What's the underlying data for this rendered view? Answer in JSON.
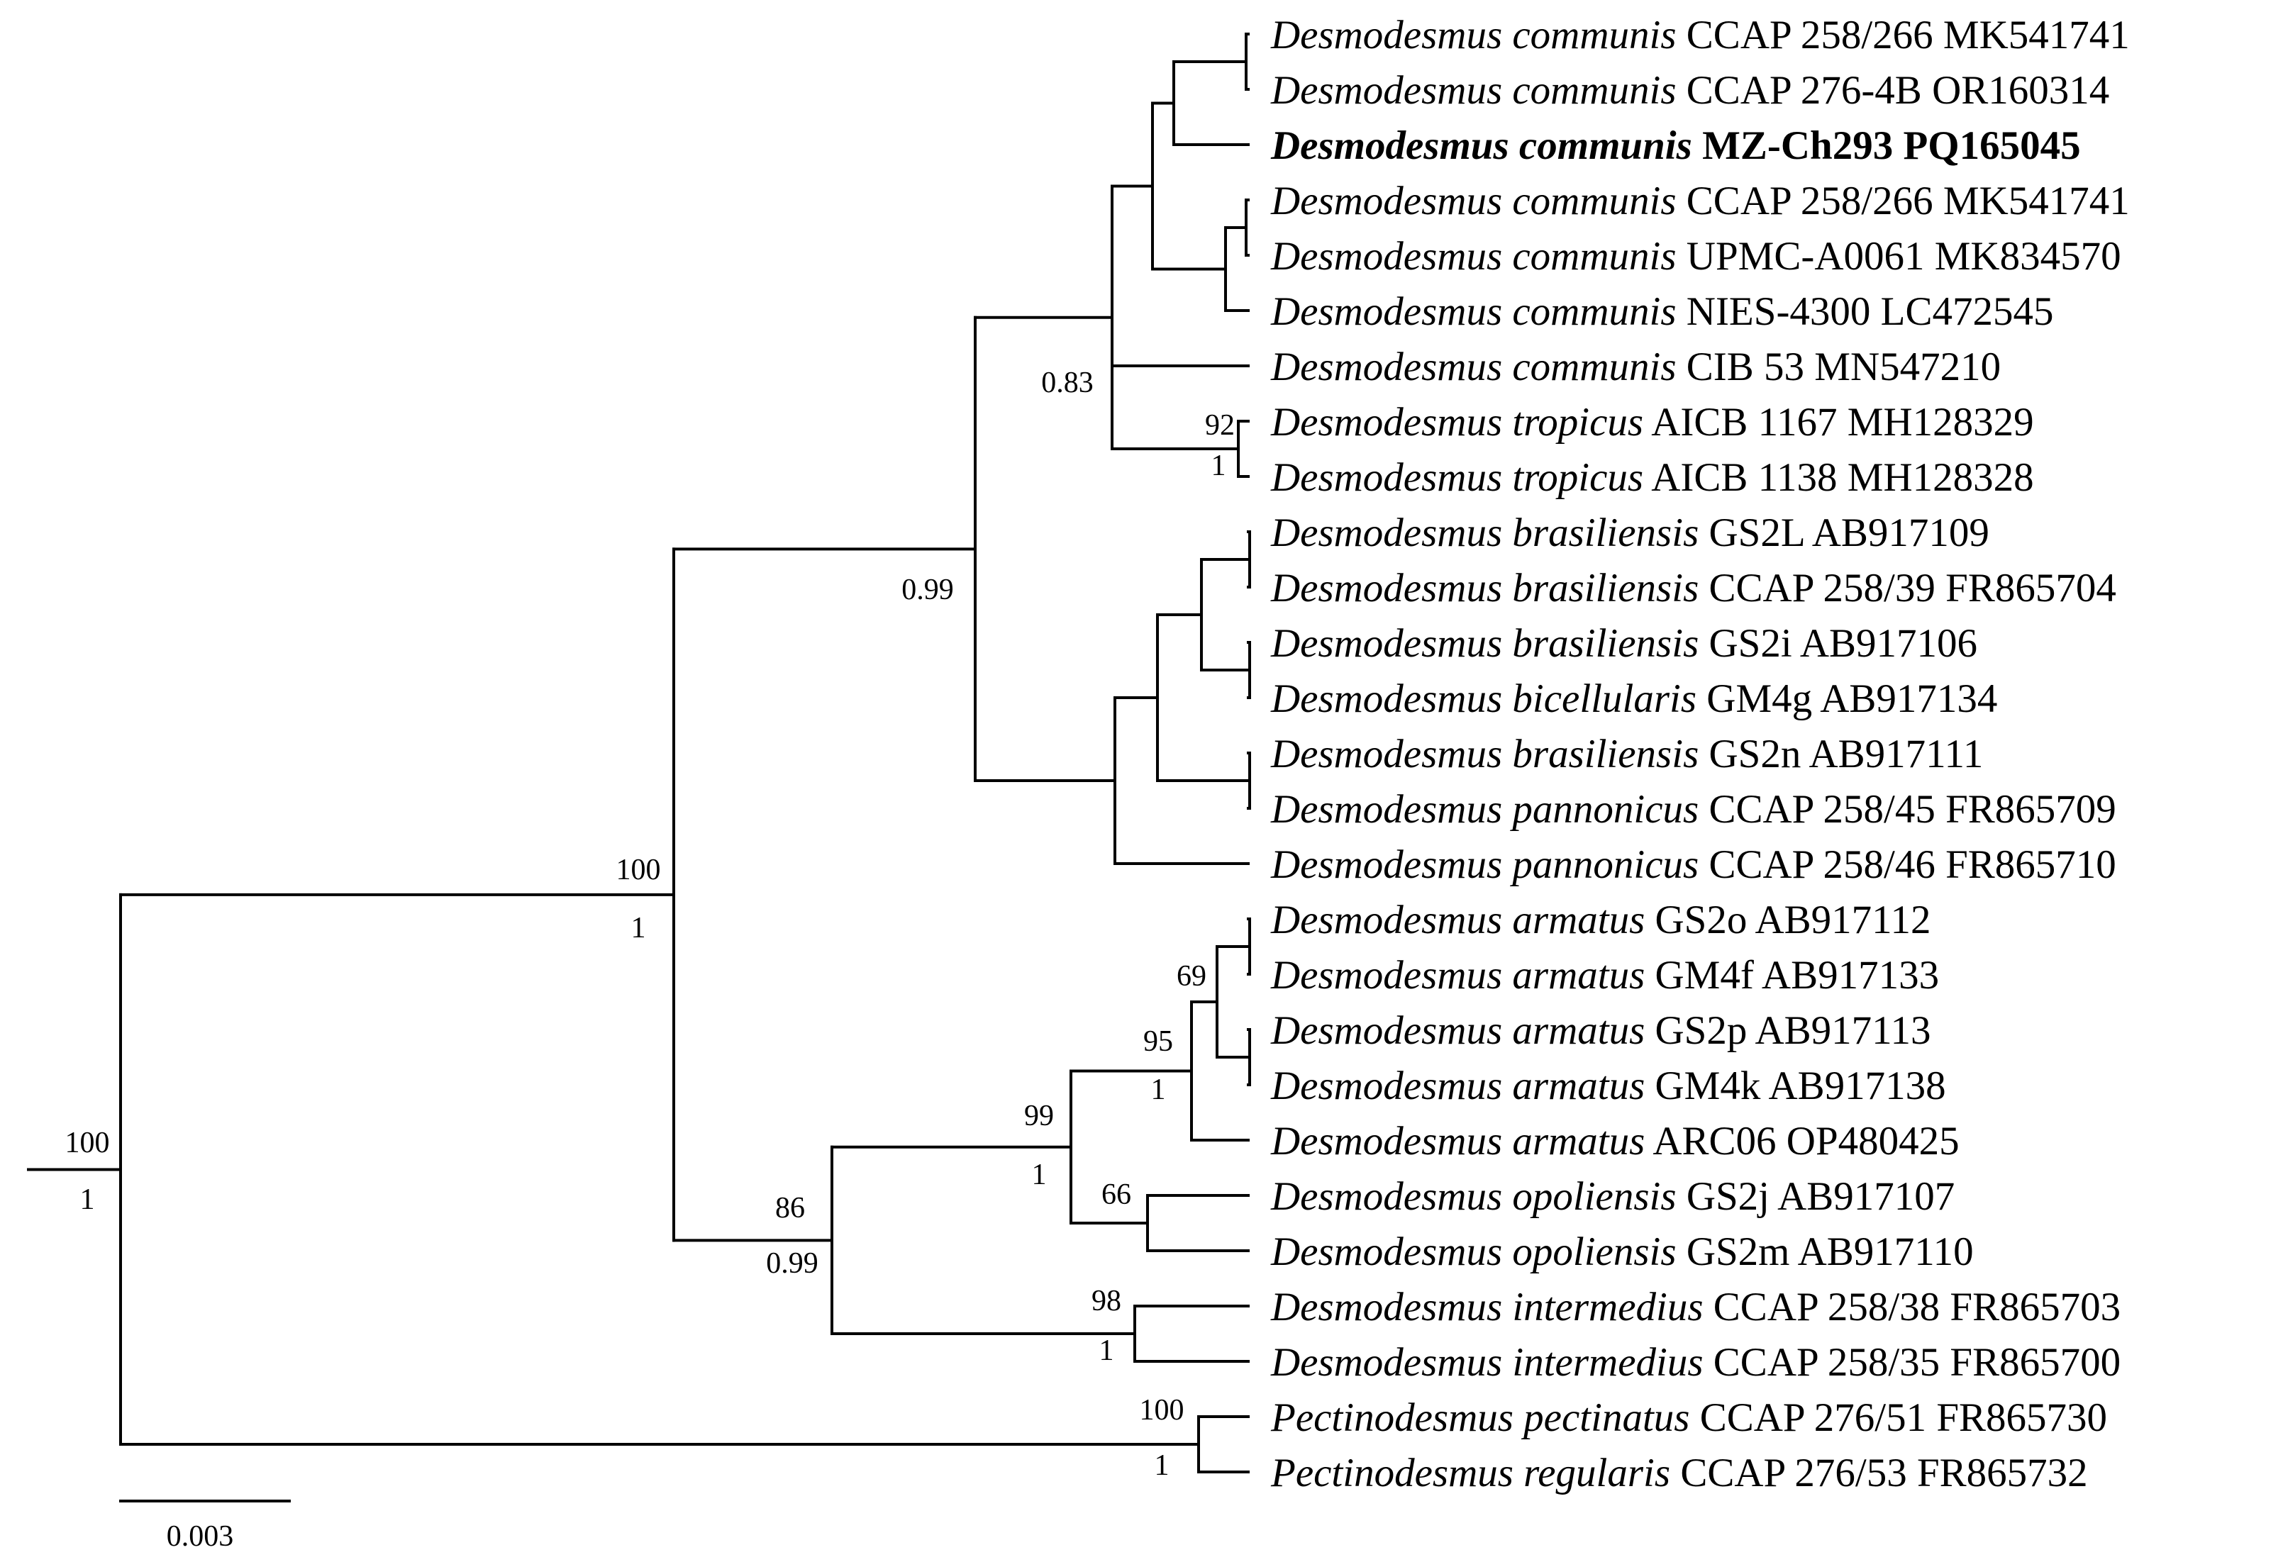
{
  "figure": {
    "leaves": [
      {
        "genus": "Desmodesmus",
        "species": "communis",
        "strain": "CCAP 258/266",
        "accession": "MK541741",
        "highlight": false
      },
      {
        "genus": "Desmodesmus",
        "species": "communis",
        "strain": "CCAP 276-4B",
        "accession": "OR160314",
        "highlight": false
      },
      {
        "genus": "Desmodesmus",
        "species": "communis",
        "strain": "MZ-Ch293",
        "accession": "PQ165045",
        "highlight": true
      },
      {
        "genus": "Desmodesmus",
        "species": "communis",
        "strain": "CCAP 258/266",
        "accession": "MK541741",
        "highlight": false
      },
      {
        "genus": "Desmodesmus",
        "species": "communis",
        "strain": "UPMC-A0061",
        "accession": "MK834570",
        "highlight": false
      },
      {
        "genus": "Desmodesmus",
        "species": "communis",
        "strain": "NIES-4300",
        "accession": "LC472545",
        "highlight": false
      },
      {
        "genus": "Desmodesmus",
        "species": "communis",
        "strain": "CIB 53",
        "accession": "MN547210",
        "highlight": false
      },
      {
        "genus": "Desmodesmus",
        "species": "tropicus",
        "strain": "AICB 1167",
        "accession": "MH128329",
        "highlight": false
      },
      {
        "genus": "Desmodesmus",
        "species": "tropicus",
        "strain": "AICB 1138",
        "accession": "MH128328",
        "highlight": false
      },
      {
        "genus": "Desmodesmus",
        "species": "brasiliensis",
        "strain": "GS2L",
        "accession": "AB917109",
        "highlight": false
      },
      {
        "genus": "Desmodesmus",
        "species": "brasiliensis",
        "strain": "CCAP 258/39",
        "accession": "FR865704",
        "highlight": false
      },
      {
        "genus": "Desmodesmus",
        "species": "brasiliensis",
        "strain": "GS2i",
        "accession": "AB917106",
        "highlight": false
      },
      {
        "genus": "Desmodesmus",
        "species": "bicellularis",
        "strain": "GM4g",
        "accession": "AB917134",
        "highlight": false
      },
      {
        "genus": "Desmodesmus",
        "species": "brasiliensis",
        "strain": "GS2n",
        "accession": "AB917111",
        "highlight": false
      },
      {
        "genus": "Desmodesmus",
        "species": "pannonicus",
        "strain": "CCAP 258/45",
        "accession": "FR865709",
        "highlight": false
      },
      {
        "genus": "Desmodesmus",
        "species": "pannonicus",
        "strain": "CCAP 258/46",
        "accession": "FR865710",
        "highlight": false
      },
      {
        "genus": "Desmodesmus",
        "species": "armatus",
        "strain": "GS2o",
        "accession": "AB917112",
        "highlight": false
      },
      {
        "genus": "Desmodesmus",
        "species": "armatus",
        "strain": "GM4f",
        "accession": "AB917133",
        "highlight": false
      },
      {
        "genus": "Desmodesmus",
        "species": "armatus",
        "strain": "GS2p",
        "accession": "AB917113",
        "highlight": false
      },
      {
        "genus": "Desmodesmus",
        "species": "armatus",
        "strain": "GM4k",
        "accession": "AB917138",
        "highlight": false
      },
      {
        "genus": "Desmodesmus",
        "species": "armatus",
        "strain": "ARC06",
        "accession": "OP480425",
        "highlight": false
      },
      {
        "genus": "Desmodesmus",
        "species": "opoliensis",
        "strain": "GS2j",
        "accession": "AB917107",
        "highlight": false
      },
      {
        "genus": "Desmodesmus",
        "species": "opoliensis",
        "strain": "GS2m",
        "accession": "AB917110",
        "highlight": false
      },
      {
        "genus": "Desmodesmus",
        "species": "intermedius",
        "strain": "CCAP 258/38",
        "accession": "FR865703",
        "highlight": false
      },
      {
        "genus": "Desmodesmus",
        "species": "intermedius",
        "strain": "CCAP 258/35",
        "accession": "FR865700",
        "highlight": false
      },
      {
        "genus": "Pectinodesmus",
        "species": "pectinatus",
        "strain": "CCAP 276/51",
        "accession": "FR865730",
        "highlight": false
      },
      {
        "genus": "Pectinodesmus",
        "species": "regularis",
        "strain": "CCAP 276/53",
        "accession": "FR865732",
        "highlight": false
      }
    ],
    "support_values": [
      {
        "node": "root",
        "bootstrap": "100",
        "posterior": "1"
      },
      {
        "node": "desmodesmus",
        "bootstrap": "100",
        "posterior": "1"
      },
      {
        "node": "communis-brasiliensis",
        "bootstrap": "",
        "posterior": "0.99"
      },
      {
        "node": "communis-tropicus",
        "bootstrap": "",
        "posterior": "0.83"
      },
      {
        "node": "tropicus",
        "bootstrap": "92",
        "posterior": "1"
      },
      {
        "node": "armatus-opoliensis-intermedius",
        "bootstrap": "86",
        "posterior": "0.99"
      },
      {
        "node": "armatus-opoliensis",
        "bootstrap": "99",
        "posterior": "1"
      },
      {
        "node": "armatus",
        "bootstrap": "95",
        "posterior": "1"
      },
      {
        "node": "armatus-sub",
        "bootstrap": "69",
        "posterior": ""
      },
      {
        "node": "opoliensis",
        "bootstrap": "66",
        "posterior": ""
      },
      {
        "node": "intermedius",
        "bootstrap": "98",
        "posterior": "1"
      },
      {
        "node": "pectinodesmus",
        "bootstrap": "100",
        "posterior": "1"
      }
    ],
    "scale_bar": {
      "label": "0.003"
    }
  }
}
